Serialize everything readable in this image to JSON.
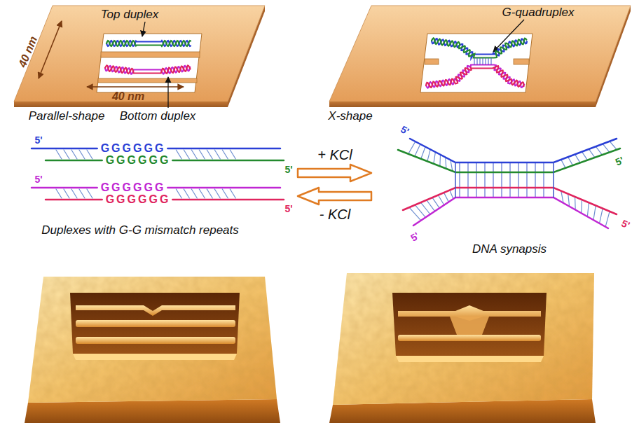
{
  "diagram": {
    "labels": [
      "Top duplex",
      "G-quadruplex",
      "40 nm",
      "40 nm",
      "Parallel-shape",
      "Bottom duplex",
      "X-shape",
      "5'",
      "GGGGGG",
      "GGGGGG",
      "5'",
      "+ KCl",
      "5'",
      "5'",
      "- KCl",
      "5'",
      "GGGGGG",
      "GGGGGG",
      "5'",
      "5'",
      "5'",
      "Duplexes with G-G mismatch repeats",
      "DNA synapsis"
    ]
  }
}
